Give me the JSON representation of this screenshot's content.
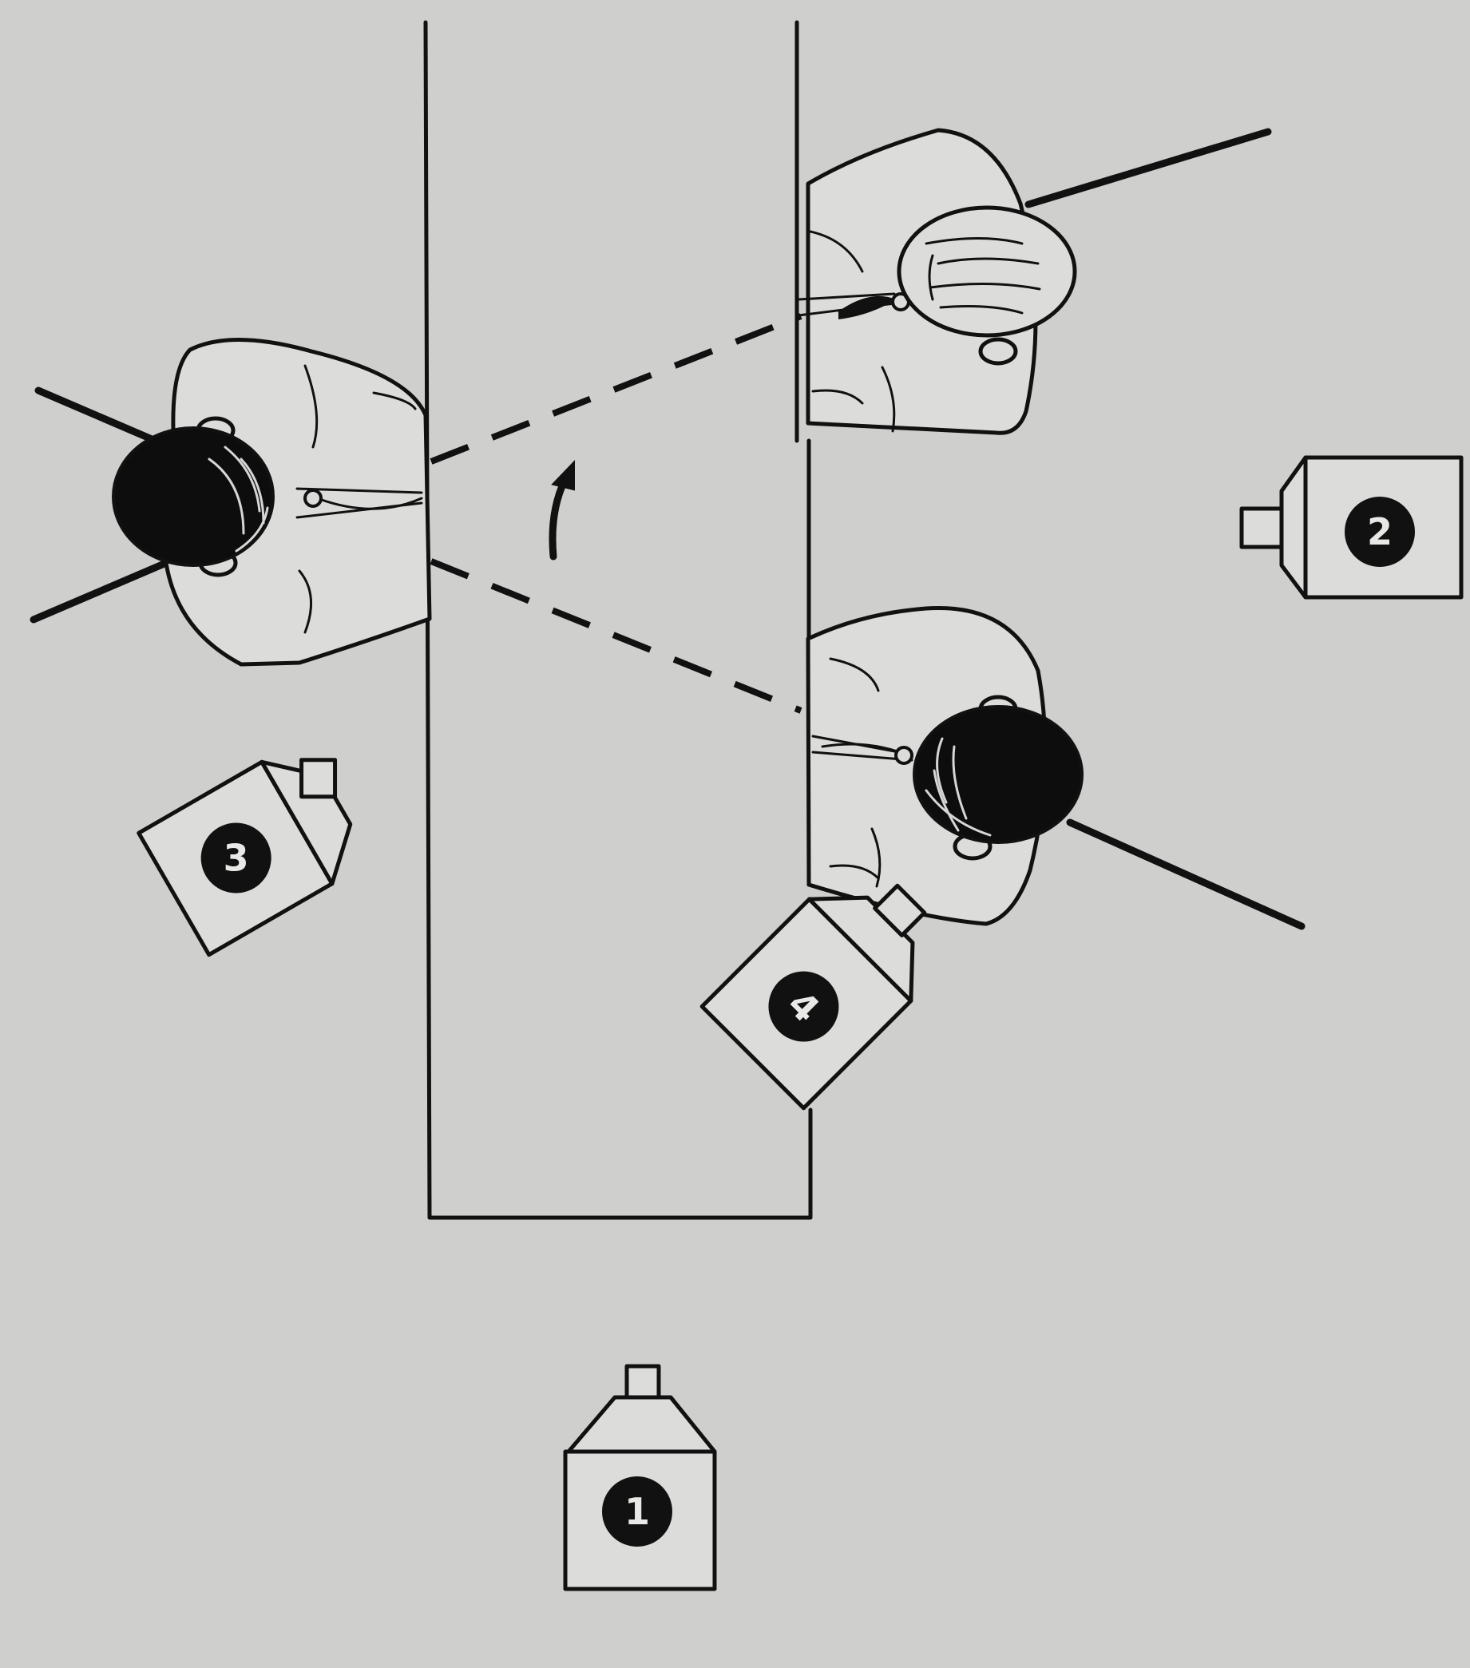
{
  "cameras": [
    {
      "label": "1"
    },
    {
      "label": "2"
    },
    {
      "label": "3"
    },
    {
      "label": "4"
    }
  ],
  "colors": {
    "background": "#cfcfcd",
    "ink": "#111111",
    "fill": "#dcdcda"
  },
  "icons": [
    "camera-icon",
    "person-icon",
    "set-wall",
    "sightline",
    "arrow-icon"
  ]
}
